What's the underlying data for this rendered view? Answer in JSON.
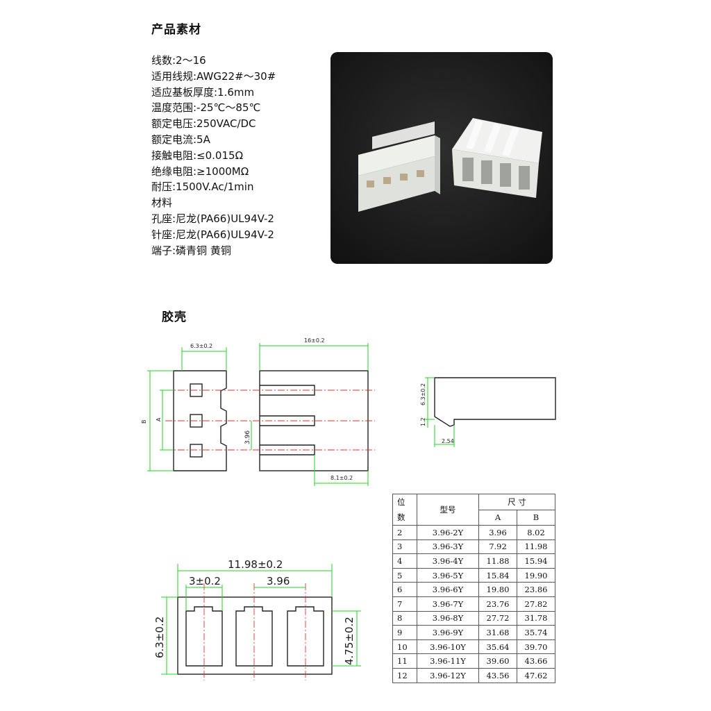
{
  "section1_title": "产品素材",
  "specs": [
    "线数:2～16",
    "适用线规:AWG22#～30#",
    "适应基板厚度:1.6mm",
    "温度范围:-25℃～85℃",
    "额定电压:250VAC/DC",
    "额定电流:5A",
    "接触电阻:≤0.015Ω",
    "绝缘电阻:≥1000MΩ",
    "耐压:1500V.Ac/1min",
    "材料",
    "孔座:尼龙(PA66)UL94V-2",
    "针座:尼龙(PA66)UL94V-2",
    "端子:磷青铜 黄铜"
  ],
  "section2_title": "胶壳",
  "dims": {
    "d1_width": "6.3±0.2",
    "d1_B": "B",
    "d1_A": "A",
    "d2_length": "16±0.2",
    "d2_pitch": "3.96",
    "d2_depth": "8.1±0.2",
    "d3_height": "6.3±0.2",
    "d3_step": "1.2",
    "d3_lip": "2.54",
    "d4_total": "11.98±0.2",
    "d4_slot": "3±0.2",
    "d4_pitch": "3.96",
    "d4_height": "6.3±0.2",
    "d4_inner": "4.75±0.2"
  },
  "colors": {
    "dimension_green": "#22d122",
    "centerline_red": "#e03030",
    "photo_bg": "#1e1e1e"
  },
  "table": {
    "h_pos": [
      "位",
      "数"
    ],
    "h_model": "型号",
    "h_size": "尺    寸",
    "h_a": "A",
    "h_b": "B",
    "rows": [
      [
        "2",
        "3.96-2Y",
        "3.96",
        "8.02"
      ],
      [
        "3",
        "3.96-3Y",
        "7.92",
        "11.98"
      ],
      [
        "4",
        "3.96-4Y",
        "11.88",
        "15.94"
      ],
      [
        "5",
        "3.96-5Y",
        "15.84",
        "19.90"
      ],
      [
        "6",
        "3.96-6Y",
        "19.80",
        "23.86"
      ],
      [
        "7",
        "3.96-7Y",
        "23.76",
        "27.82"
      ],
      [
        "8",
        "3.96-8Y",
        "27.72",
        "31.78"
      ],
      [
        "9",
        "3.96-9Y",
        "31.68",
        "35.74"
      ],
      [
        "10",
        "3.96-10Y",
        "35.64",
        "39.70"
      ],
      [
        "11",
        "3.96-11Y",
        "39.60",
        "43.66"
      ],
      [
        "12",
        "3.96-12Y",
        "43.56",
        "47.62"
      ]
    ]
  }
}
